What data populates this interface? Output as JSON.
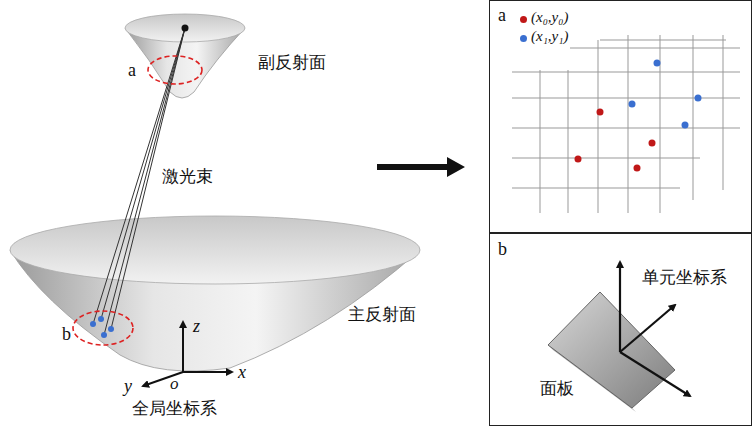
{
  "diagram": {
    "nodes": [
      {
        "text": [
          "a"
        ]
      },
      {
        "text": [
          "b",
          "单元坐标系",
          "面板"
        ]
      }
    ],
    "labels": [
      "a",
      "副反射面",
      "激光束",
      "b",
      "主反射面",
      "z",
      "o",
      "x",
      "y",
      "全局坐标系"
    ],
    "legend": [
      {
        "text": "(x₀,y₀)",
        "color": "#c01818"
      },
      {
        "text": "(x₁,y₁)",
        "color": "#3a6fd0"
      }
    ]
  }
}
